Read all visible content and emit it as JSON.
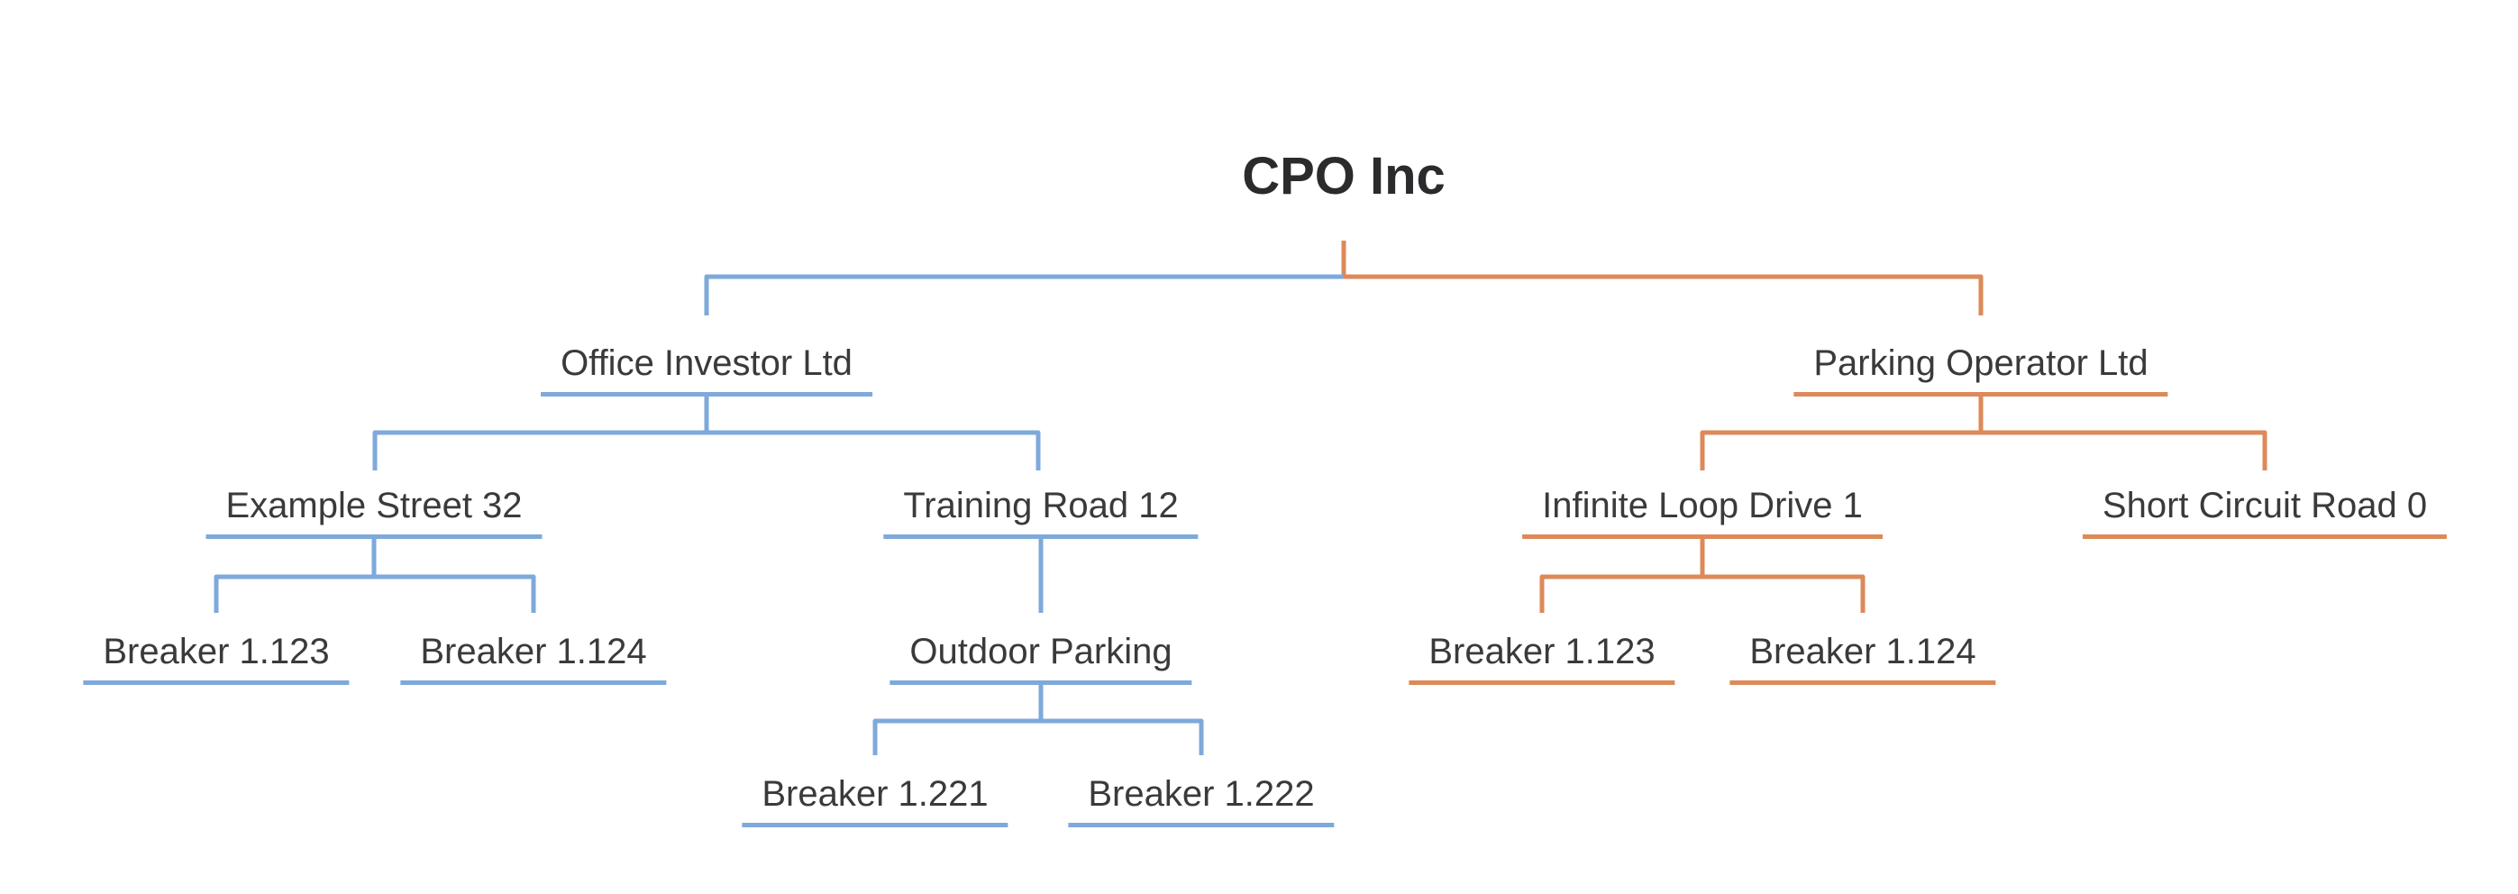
{
  "colors": {
    "left_branch": "#7EA9DB",
    "right_branch": "#DC8A59",
    "node_text": "#3a3a3c",
    "root_text": "#2b2b2d",
    "background": "#ffffff"
  },
  "tree": {
    "label": "CPO Inc",
    "children": [
      {
        "label": "Office Investor Ltd",
        "branch": "left",
        "children": [
          {
            "label": "Example Street 32",
            "children": [
              {
                "label": "Breaker 1.123",
                "children": []
              },
              {
                "label": "Breaker 1.124",
                "children": []
              }
            ]
          },
          {
            "label": "Training Road 12",
            "children": [
              {
                "label": "Outdoor Parking",
                "children": [
                  {
                    "label": "Breaker 1.221",
                    "children": []
                  },
                  {
                    "label": "Breaker 1.222",
                    "children": []
                  }
                ]
              }
            ]
          }
        ]
      },
      {
        "label": "Parking Operator Ltd",
        "branch": "right",
        "children": [
          {
            "label": "Infinite Loop Drive 1",
            "children": [
              {
                "label": "Breaker 1.123",
                "children": []
              },
              {
                "label": "Breaker 1.124",
                "children": []
              }
            ]
          },
          {
            "label": "Short Circuit Road 0",
            "children": []
          }
        ]
      }
    ]
  }
}
